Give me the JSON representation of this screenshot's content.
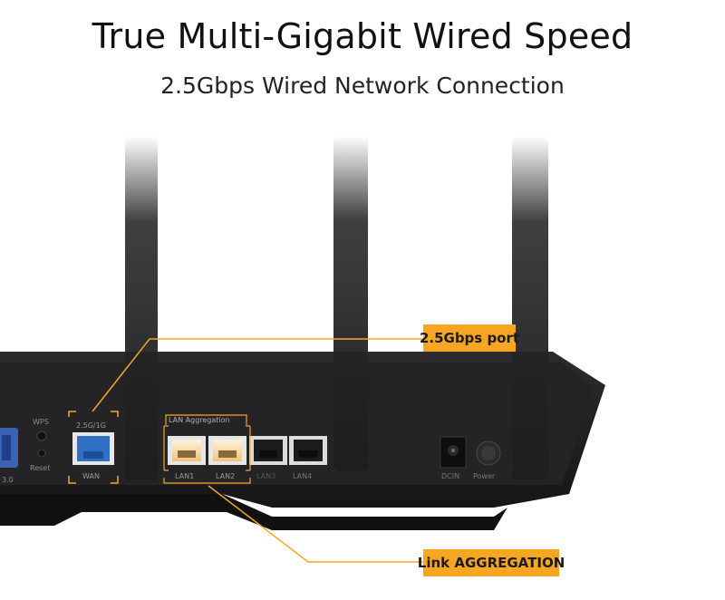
{
  "header": {
    "title": "True Multi-Gigabit Wired Speed",
    "subtitle": "2.5Gbps Wired Network Connection"
  },
  "callouts": {
    "port": "2.5Gbps port",
    "aggregation": "Link AGGREGATION"
  },
  "router_labels": {
    "wps": "WPS",
    "reset": "Reset",
    "usb": "3.0",
    "wan_top": "2.5G/1G",
    "wan_bottom": "WAN",
    "lan_aggregation": "LAN Aggregation",
    "lan1": "LAN1",
    "lan2": "LAN2",
    "lan3": "LAN3",
    "lan4": "LAN4",
    "dcin": "DCIN",
    "power": "Power"
  },
  "colors": {
    "accent": "#f6a623",
    "router_body": "#1f1f21",
    "wan_port": "#2f6fc4"
  }
}
